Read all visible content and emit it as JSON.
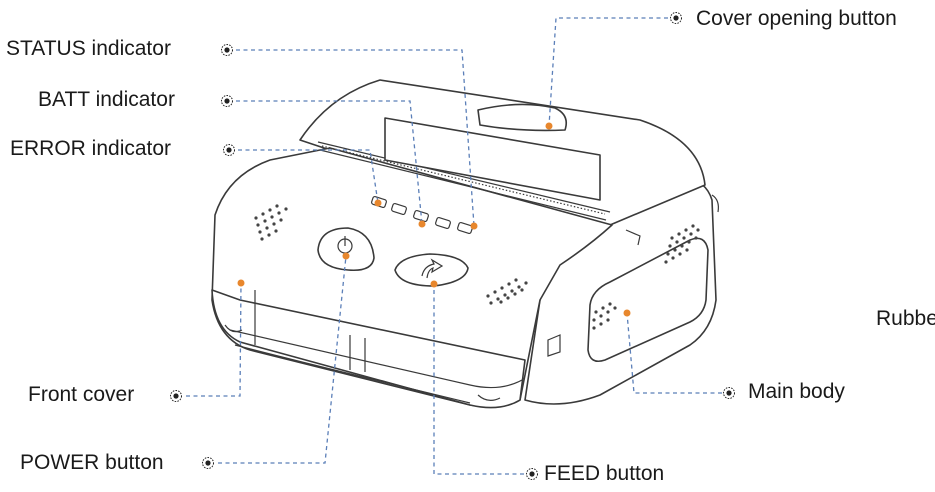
{
  "labels": {
    "status_indicator": "STATUS indicator",
    "batt_indicator": "BATT indicator",
    "error_indicator": "ERROR indicator",
    "cover_opening_button": "Cover opening button",
    "front_cover": "Front cover",
    "power_button": "POWER button",
    "feed_button": "FEED button",
    "main_body": "Main body",
    "rubber_partial": "Rubbe"
  },
  "colors": {
    "leader_line": "#5b7fb8",
    "callout_dot": "#e8872d",
    "outline": "#3a3a3a"
  },
  "icons": {
    "power_button": "power-icon",
    "feed_button": "feed-arrow-icon",
    "callout_marker": "target-marker-icon"
  }
}
